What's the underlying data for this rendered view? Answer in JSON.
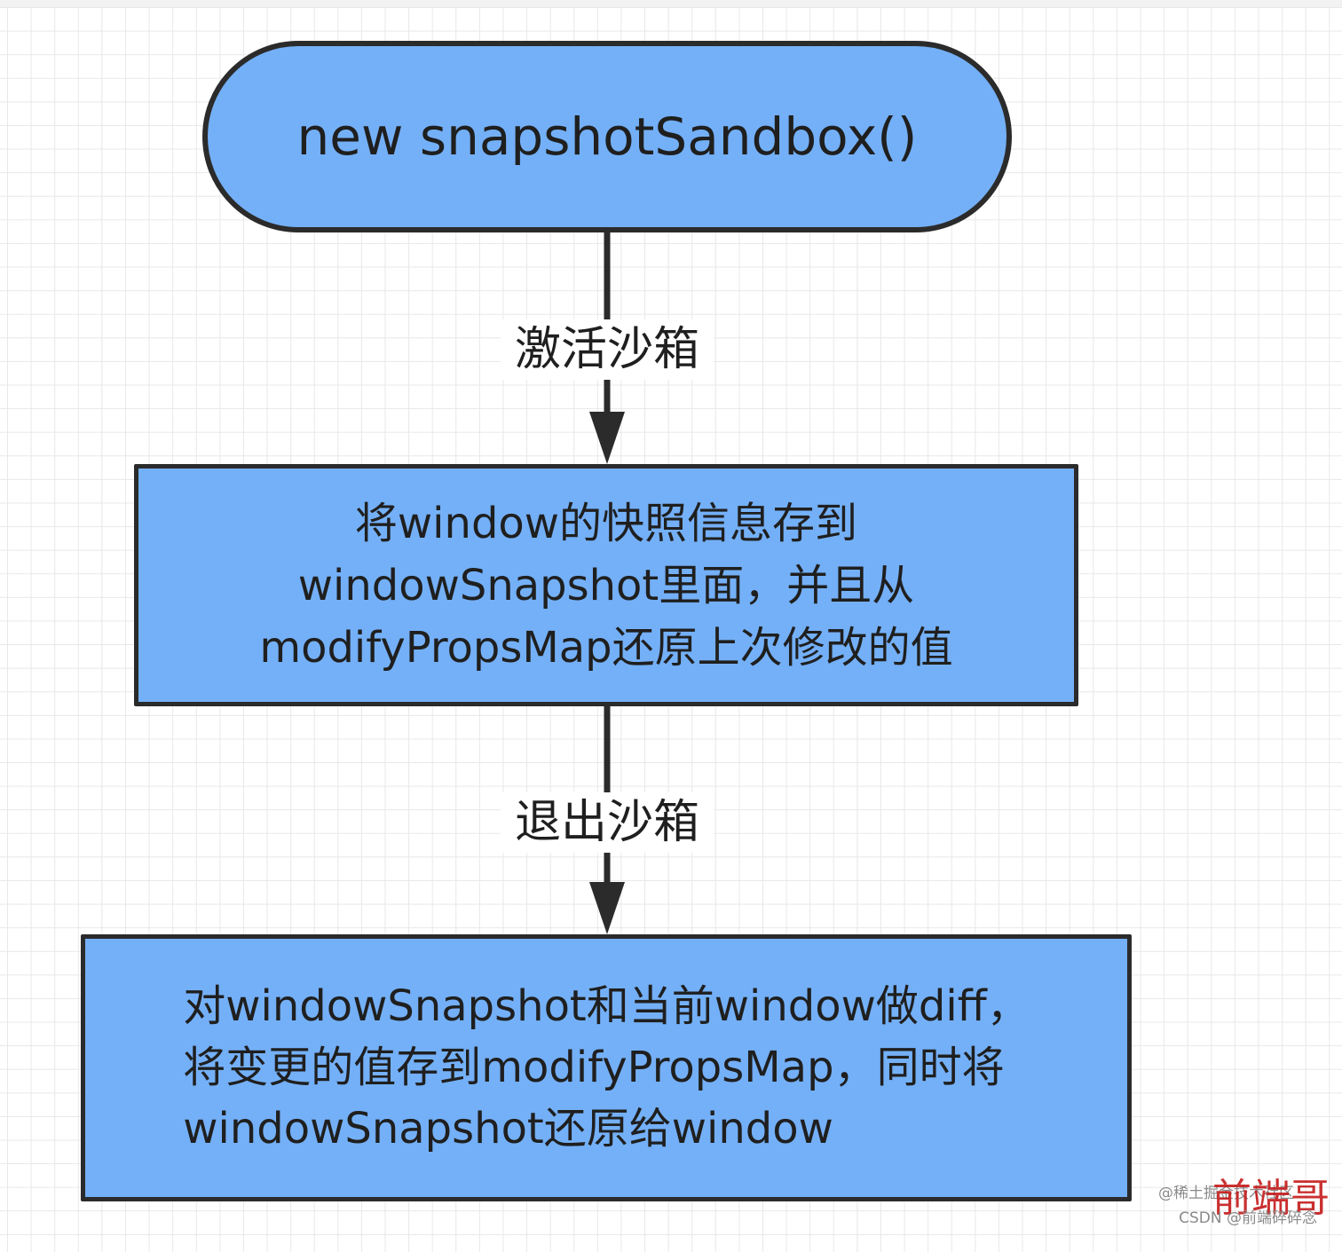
{
  "diagram": {
    "nodes": {
      "start": {
        "label": "new snapshotSandbox()",
        "shape": "rounded-terminal",
        "fill": "#74b0f7"
      },
      "activate": {
        "label": "将window的快照信息存到\nwindowSnapshot里面，并且从\nmodifyPropsMap还原上次修改的值",
        "shape": "rectangle",
        "fill": "#74b0f7"
      },
      "exit": {
        "label": "对windowSnapshot和当前window做diff，\n将变更的值存到modifyPropsMap，同时将\n windowSnapshot还原给window",
        "shape": "rectangle",
        "fill": "#74b0f7"
      }
    },
    "edges": [
      {
        "from": "start",
        "to": "activate",
        "label": "激活沙箱"
      },
      {
        "from": "activate",
        "to": "exit",
        "label": "退出沙箱"
      }
    ],
    "colors": {
      "node_fill": "#74b0f7",
      "stroke": "#2b2b2b",
      "grid": "#e8e8e8"
    }
  },
  "watermark": {
    "brand": "前端哥",
    "line1": "@稀土掘金技术社区",
    "line2": "CSDN @前端碎碎念"
  }
}
